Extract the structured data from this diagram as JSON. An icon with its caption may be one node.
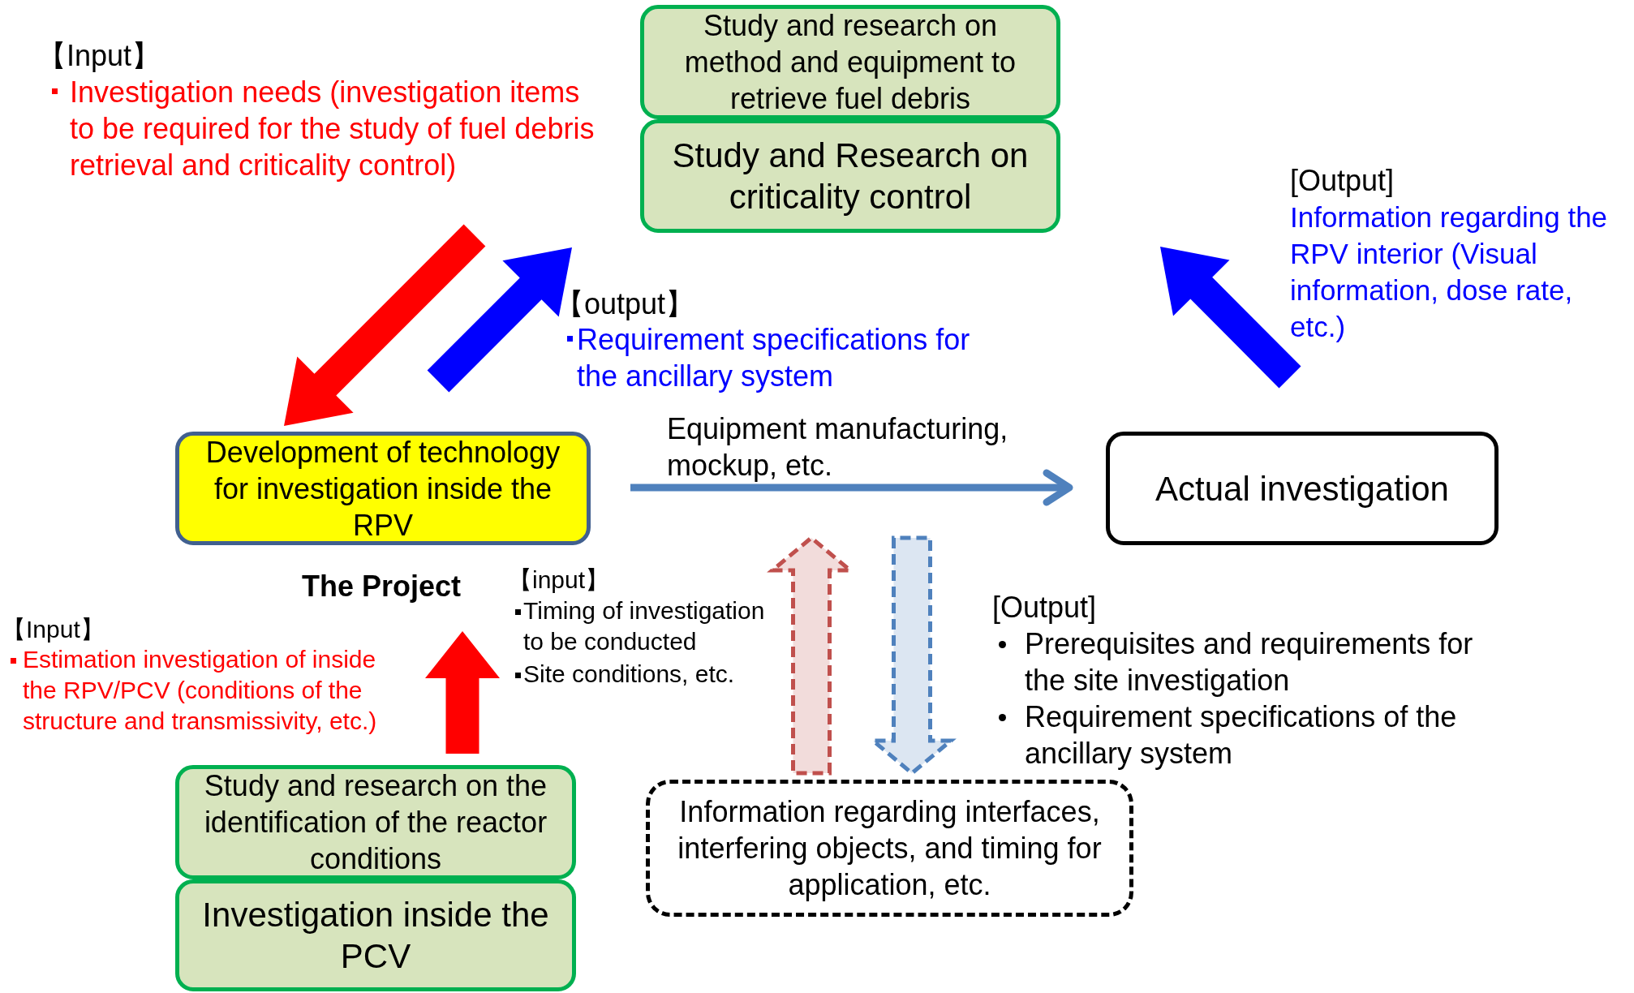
{
  "diagram": {
    "nodes": [
      {
        "text": [
          "Study and research on method and equipment to retrieve fuel debris"
        ]
      },
      {
        "text": [
          "Study and Research on criticality control"
        ]
      },
      {
        "text": [
          "Development of technology for investigation inside the RPV"
        ],
        "beside": [
          "The Project"
        ]
      },
      {
        "text": [
          "Actual investigation"
        ]
      },
      {
        "text": [
          "Study and research on the identification of the reactor conditions"
        ]
      },
      {
        "text": [
          "Investigation inside the PCV"
        ]
      },
      {
        "text": [
          "Information regarding interfaces, interfering objects, and timing for application, etc."
        ]
      }
    ],
    "edges": [
      {
        "from": null,
        "to": 2,
        "arrow": "to",
        "color": "#ff0000"
      },
      {
        "from": 2,
        "to": 1,
        "arrow": "to",
        "color": "#0000ff"
      },
      {
        "from": 3,
        "to": 1,
        "arrow": "to",
        "color": "#0000ff"
      },
      {
        "from": 2,
        "to": 3,
        "arrow": "to",
        "label": "Equipment manufacturing, mockup, etc.",
        "color": "#4f81bd"
      },
      {
        "from": 4,
        "to": 2,
        "arrow": "to",
        "color": "#ff0000"
      },
      {
        "from": 6,
        "to": null,
        "arrow": "to",
        "style": "dashed",
        "color": "#c0504d"
      },
      {
        "from": null,
        "to": 6,
        "arrow": "to",
        "style": "dashed",
        "color": "#4f81bd"
      }
    ],
    "labels": [
      "【Input】",
      "Investigation needs (investigation items to be required for the study of fuel debris retrieval and criticality control)",
      "【output】",
      "Requirement specifications for the ancillary system",
      "[Output]",
      "Information regarding the RPV interior (Visual information, dose rate, etc.)",
      "【input】",
      "Timing of investigation to be conducted",
      "Site conditions, etc.",
      "【Input】",
      "Estimation investigation of inside the RPV/PCV (conditions of the structure and transmissivity, etc.)",
      "[Output]",
      "Prerequisites and requirements for the site investigation",
      "Requirement specifications of the ancillary system"
    ]
  }
}
